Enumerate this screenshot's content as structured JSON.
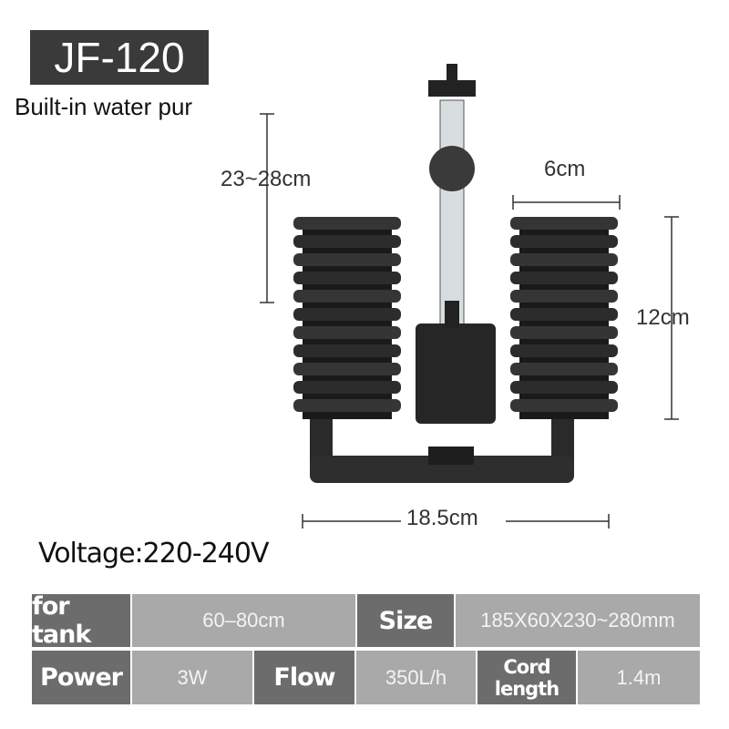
{
  "model": "JF-120",
  "subtitle": "Built-in water pur",
  "dimensions": {
    "height_total": "23~28cm",
    "sponge_width": "6cm",
    "sponge_height": "12cm",
    "total_width": "18.5cm"
  },
  "voltage": "Voltage:220-240V",
  "specs": {
    "tank_label": "for tank",
    "tank_value": "60–80cm",
    "size_label": "Size",
    "size_value": "185X60X230~280mm",
    "power_label": "Power",
    "power_value": "3W",
    "flow_label": "Flow",
    "flow_value": "350L/h",
    "cord_label_1": "Cord",
    "cord_label_2": "length",
    "cord_value": "1.4m"
  }
}
